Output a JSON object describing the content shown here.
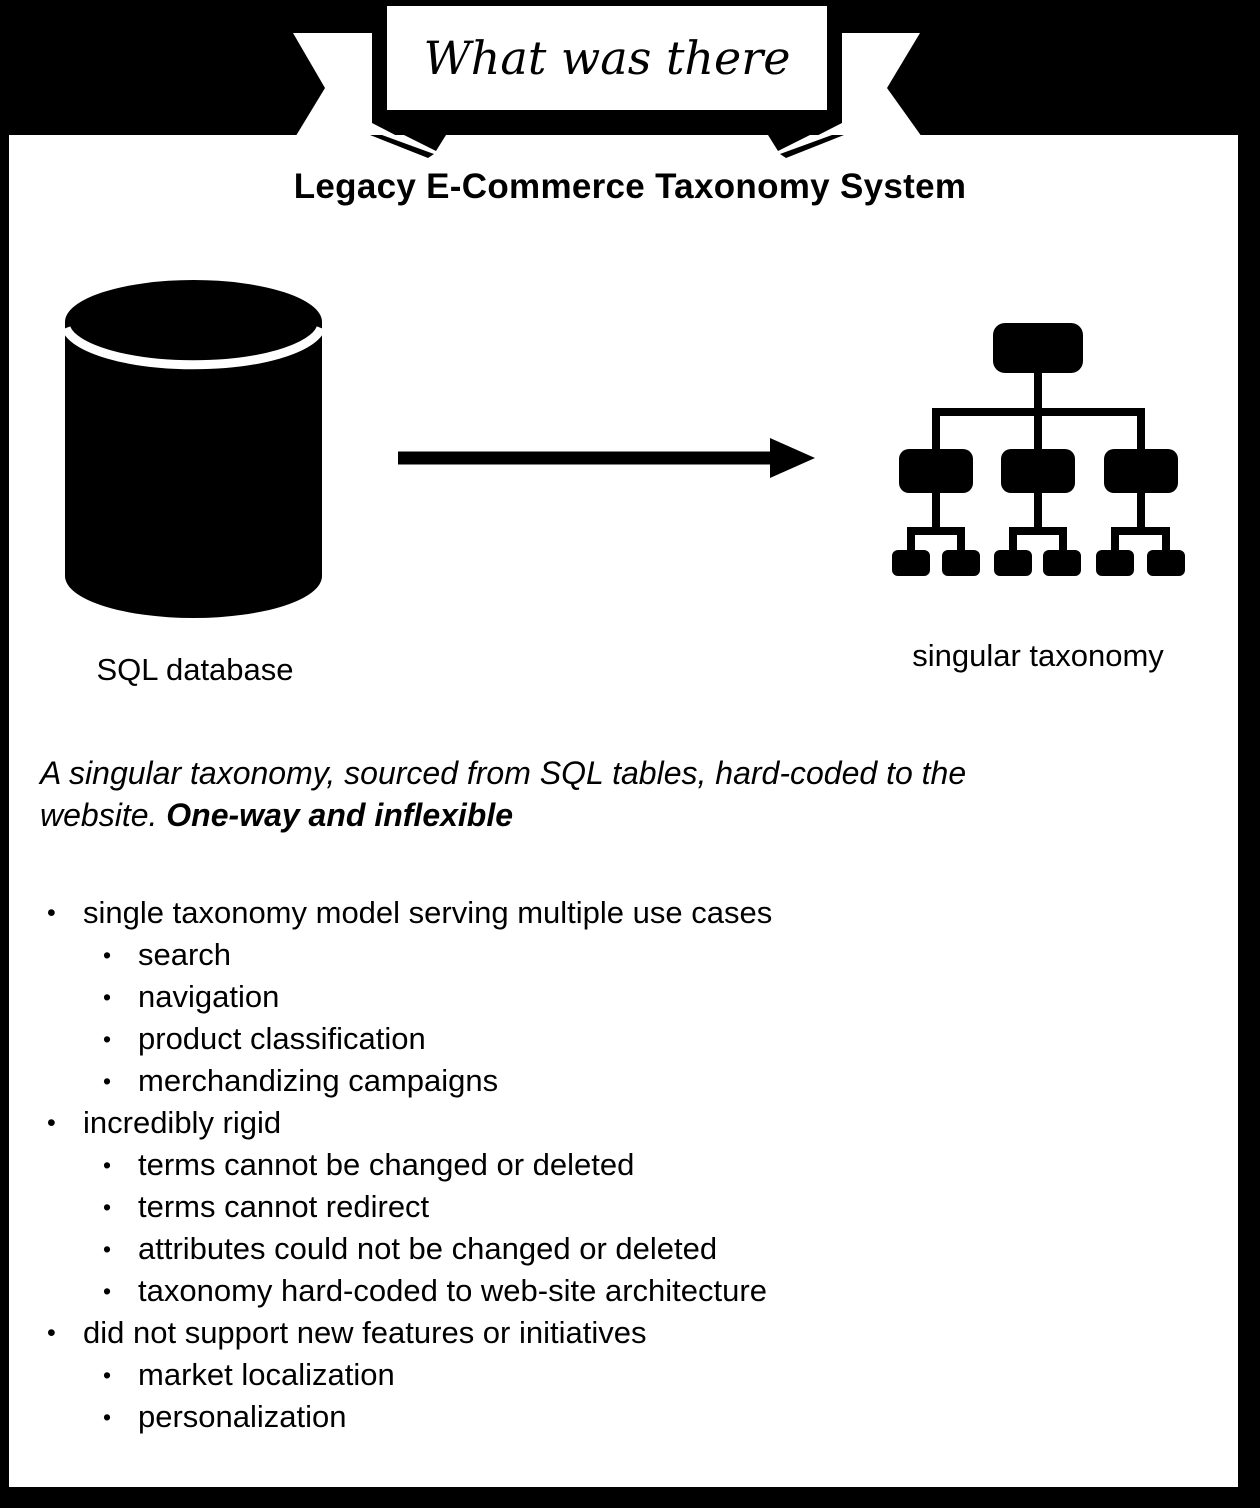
{
  "banner": {
    "title": "What was there"
  },
  "page": {
    "title": "Legacy E-Commerce Taxonomy System",
    "diagram": {
      "source_label": "SQL database",
      "target_label": "singular taxonomy",
      "source_icon": "database-icon",
      "flow_icon": "arrow-right-icon",
      "target_icon": "taxonomy-tree-icon"
    },
    "summary": {
      "line1": "A singular taxonomy, sourced from SQL tables, hard-coded to the",
      "line2_regular": "website. ",
      "line2_bold": "One-way and inflexible"
    },
    "bullets": [
      {
        "label": "single taxonomy model serving multiple use cases",
        "children": [
          "search",
          "navigation",
          "product classification",
          "merchandizing campaigns"
        ]
      },
      {
        "label": "incredibly rigid",
        "children": [
          "terms cannot be changed or deleted",
          "terms cannot redirect",
          "attributes could not be changed or deleted",
          "taxonomy hard-coded to web-site architecture"
        ]
      },
      {
        "label": "did not support new features or initiatives",
        "children": [
          "market localization",
          "personalization"
        ]
      }
    ]
  },
  "colors": {
    "ink": "#000000",
    "surface": "#ffffff"
  }
}
